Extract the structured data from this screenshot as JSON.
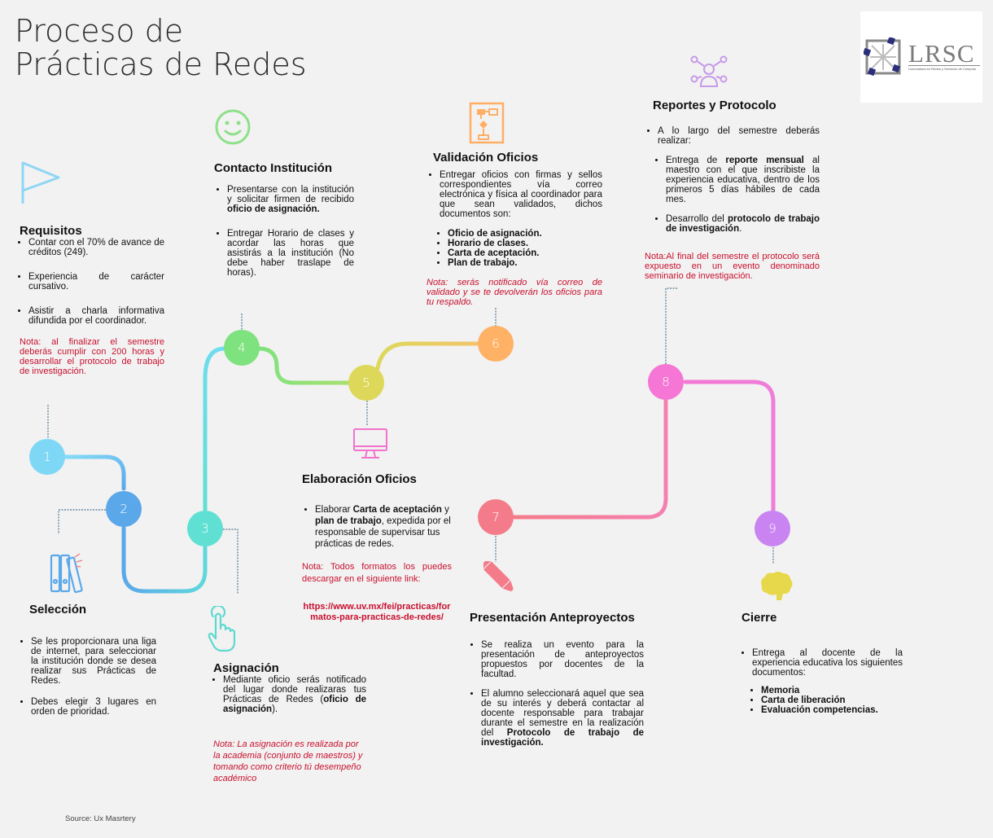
{
  "title": {
    "line1": "Proceso de",
    "line2": "Prácticas de Redes"
  },
  "logo": {
    "text": "LRSC",
    "subtitle": "Licenciatura en Redes y Servicios de Cómputo"
  },
  "colors": {
    "n1": "#7ed8f5",
    "n2": "#5aa8ea",
    "n3": "#5fe0d3",
    "n4": "#7ee27e",
    "n5": "#ddd85a",
    "n6": "#ffb266",
    "n7": "#f47c8a",
    "n8": "#f576d4",
    "n9": "#c984f2",
    "note": "#c8102e"
  },
  "nodes": [
    "1",
    "2",
    "3",
    "4",
    "5",
    "6",
    "7",
    "8",
    "9"
  ],
  "requisitos": {
    "heading": "Requisitos",
    "items": [
      "Contar con el 70% de avance de créditos (249).",
      "Experiencia de carácter cursativo.",
      "Asistir a charla informativa difundida por el coordinador."
    ],
    "note": "Nota: al finalizar el semestre deberás cumplir con 200 horas y desarrollar el protocolo de trabajo de investigación."
  },
  "seleccion": {
    "heading": "Selección",
    "items": [
      "Se les proporcionara una liga de internet, para seleccionar la institución donde se desea realizar sus Prácticas de Redes.",
      "Debes elegir 3 lugares en orden de prioridad."
    ]
  },
  "asignacion": {
    "heading": "Asignación",
    "item_pre": "Mediante oficio serás notificado del lugar donde realizaras tus Prácticas de Redes (",
    "item_bold": "oficio de asignación",
    "item_post": ").",
    "note": "Nota: La asignación es realizada por la academia (conjunto de maestros) y tomando como criterio tú desempeño académico"
  },
  "contacto": {
    "heading": "Contacto Institución",
    "item1_pre": "Presentarse con la institución y solicitar firmen de recibido ",
    "item1_bold": "oficio de asignación.",
    "item2": "Entregar Horario de clases y acordar las horas que asistirás a la institución (No debe haber traslape de horas)."
  },
  "elaboracion": {
    "heading": "Elaboración Oficios",
    "item_pre": "Elaborar ",
    "item_b1": "Carta de aceptación",
    "item_mid": " y ",
    "item_b2": "plan de trabajo",
    "item_post": ", expedida por el responsable de supervisar tus prácticas de redes.",
    "note": "Nota: Todos formatos los puedes descargar en el siguiente link:",
    "link": "https://www.uv.mx/fei/practicas/formatos-para-practicas-de-redes/"
  },
  "validacion": {
    "heading": "Validación Oficios",
    "item": "Entregar oficios con firmas y sellos correspondientes vía correo electrónica y física al coordinador para que sean validados, dichos documentos son:",
    "docs": [
      "Oficio de asignación.",
      "Horario de clases.",
      "Carta de aceptación.",
      "Plan de trabajo."
    ],
    "note": "Nota: serás notificado vía correo de validado y se te devolverán los oficios para tu respaldo."
  },
  "presentacion": {
    "heading": "Presentación Anteproyectos",
    "item1": "Se realiza un evento para la presentación de anteproyectos propuestos por docentes de la facultad.",
    "item2_pre": "El alumno seleccionará aquel que sea de su interés y deberá contactar al docente responsable para trabajar durante el semestre en la realización del ",
    "item2_bold": "Protocolo de trabajo de investigación."
  },
  "reportes": {
    "heading": "Reportes y Protocolo",
    "item": "A lo largo del semestre deberás realizar:",
    "sub1_pre": "Entrega de ",
    "sub1_bold": "reporte mensual",
    "sub1_post": " al maestro con el que inscribiste la experiencia educativa, dentro de los primeros 5 días hábiles de cada mes.",
    "sub2_pre": "Desarrollo del ",
    "sub2_bold": "protocolo de trabajo de investigación",
    "sub2_post": ".",
    "note": "Nota:Al final del semestre el protocolo será expuesto en un evento denominado seminario de investigación."
  },
  "cierre": {
    "heading": "Cierre",
    "item": "Entrega al docente de la experiencia educativa los siguientes documentos:",
    "docs": [
      "Memoria",
      "Carta de liberación",
      "Evaluación competencias."
    ]
  },
  "source": "Source: Ux Masrtery"
}
